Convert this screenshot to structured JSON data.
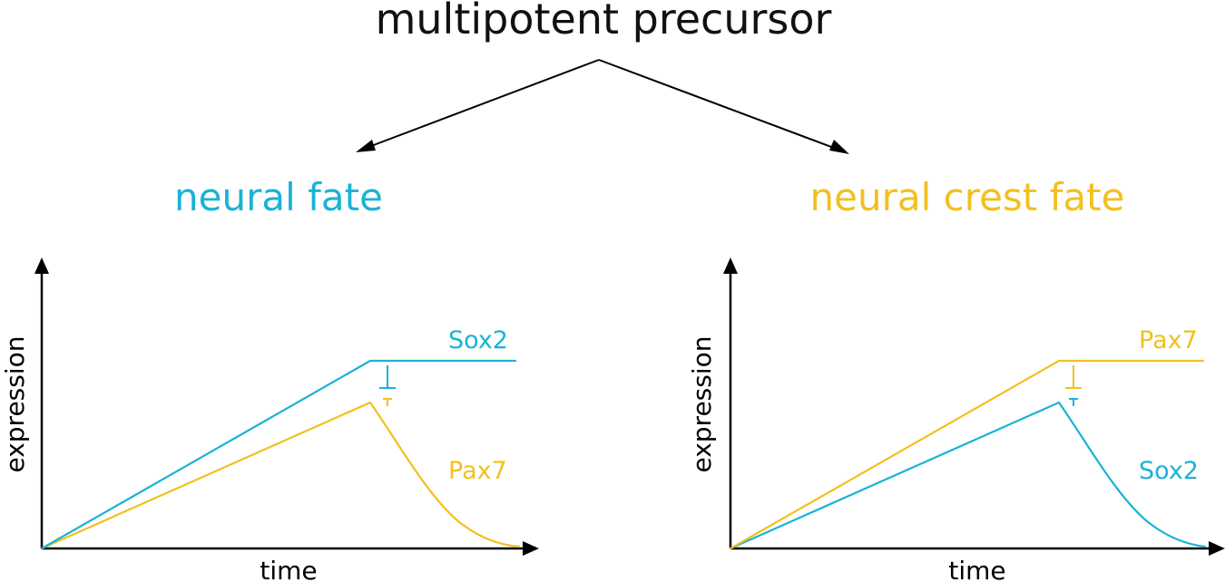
{
  "title": "multipotent precursor",
  "colors": {
    "sox2": "#1ab3d6",
    "pax7": "#f2c01e",
    "axis": "#000000"
  },
  "panels": [
    {
      "fate_label": "neural fate",
      "fate_color": "#1ab3d6",
      "xlabel": "time",
      "ylabel": "expression",
      "upper_label": "Sox2",
      "upper_color": "#1ab3d6",
      "lower_label": "Pax7",
      "lower_color": "#f2c01e"
    },
    {
      "fate_label": "neural crest fate",
      "fate_color": "#f2c01e",
      "xlabel": "time",
      "ylabel": "expression",
      "upper_label": "Pax7",
      "upper_color": "#f2c01e",
      "lower_label": "Sox2",
      "lower_color": "#1ab3d6"
    }
  ]
}
